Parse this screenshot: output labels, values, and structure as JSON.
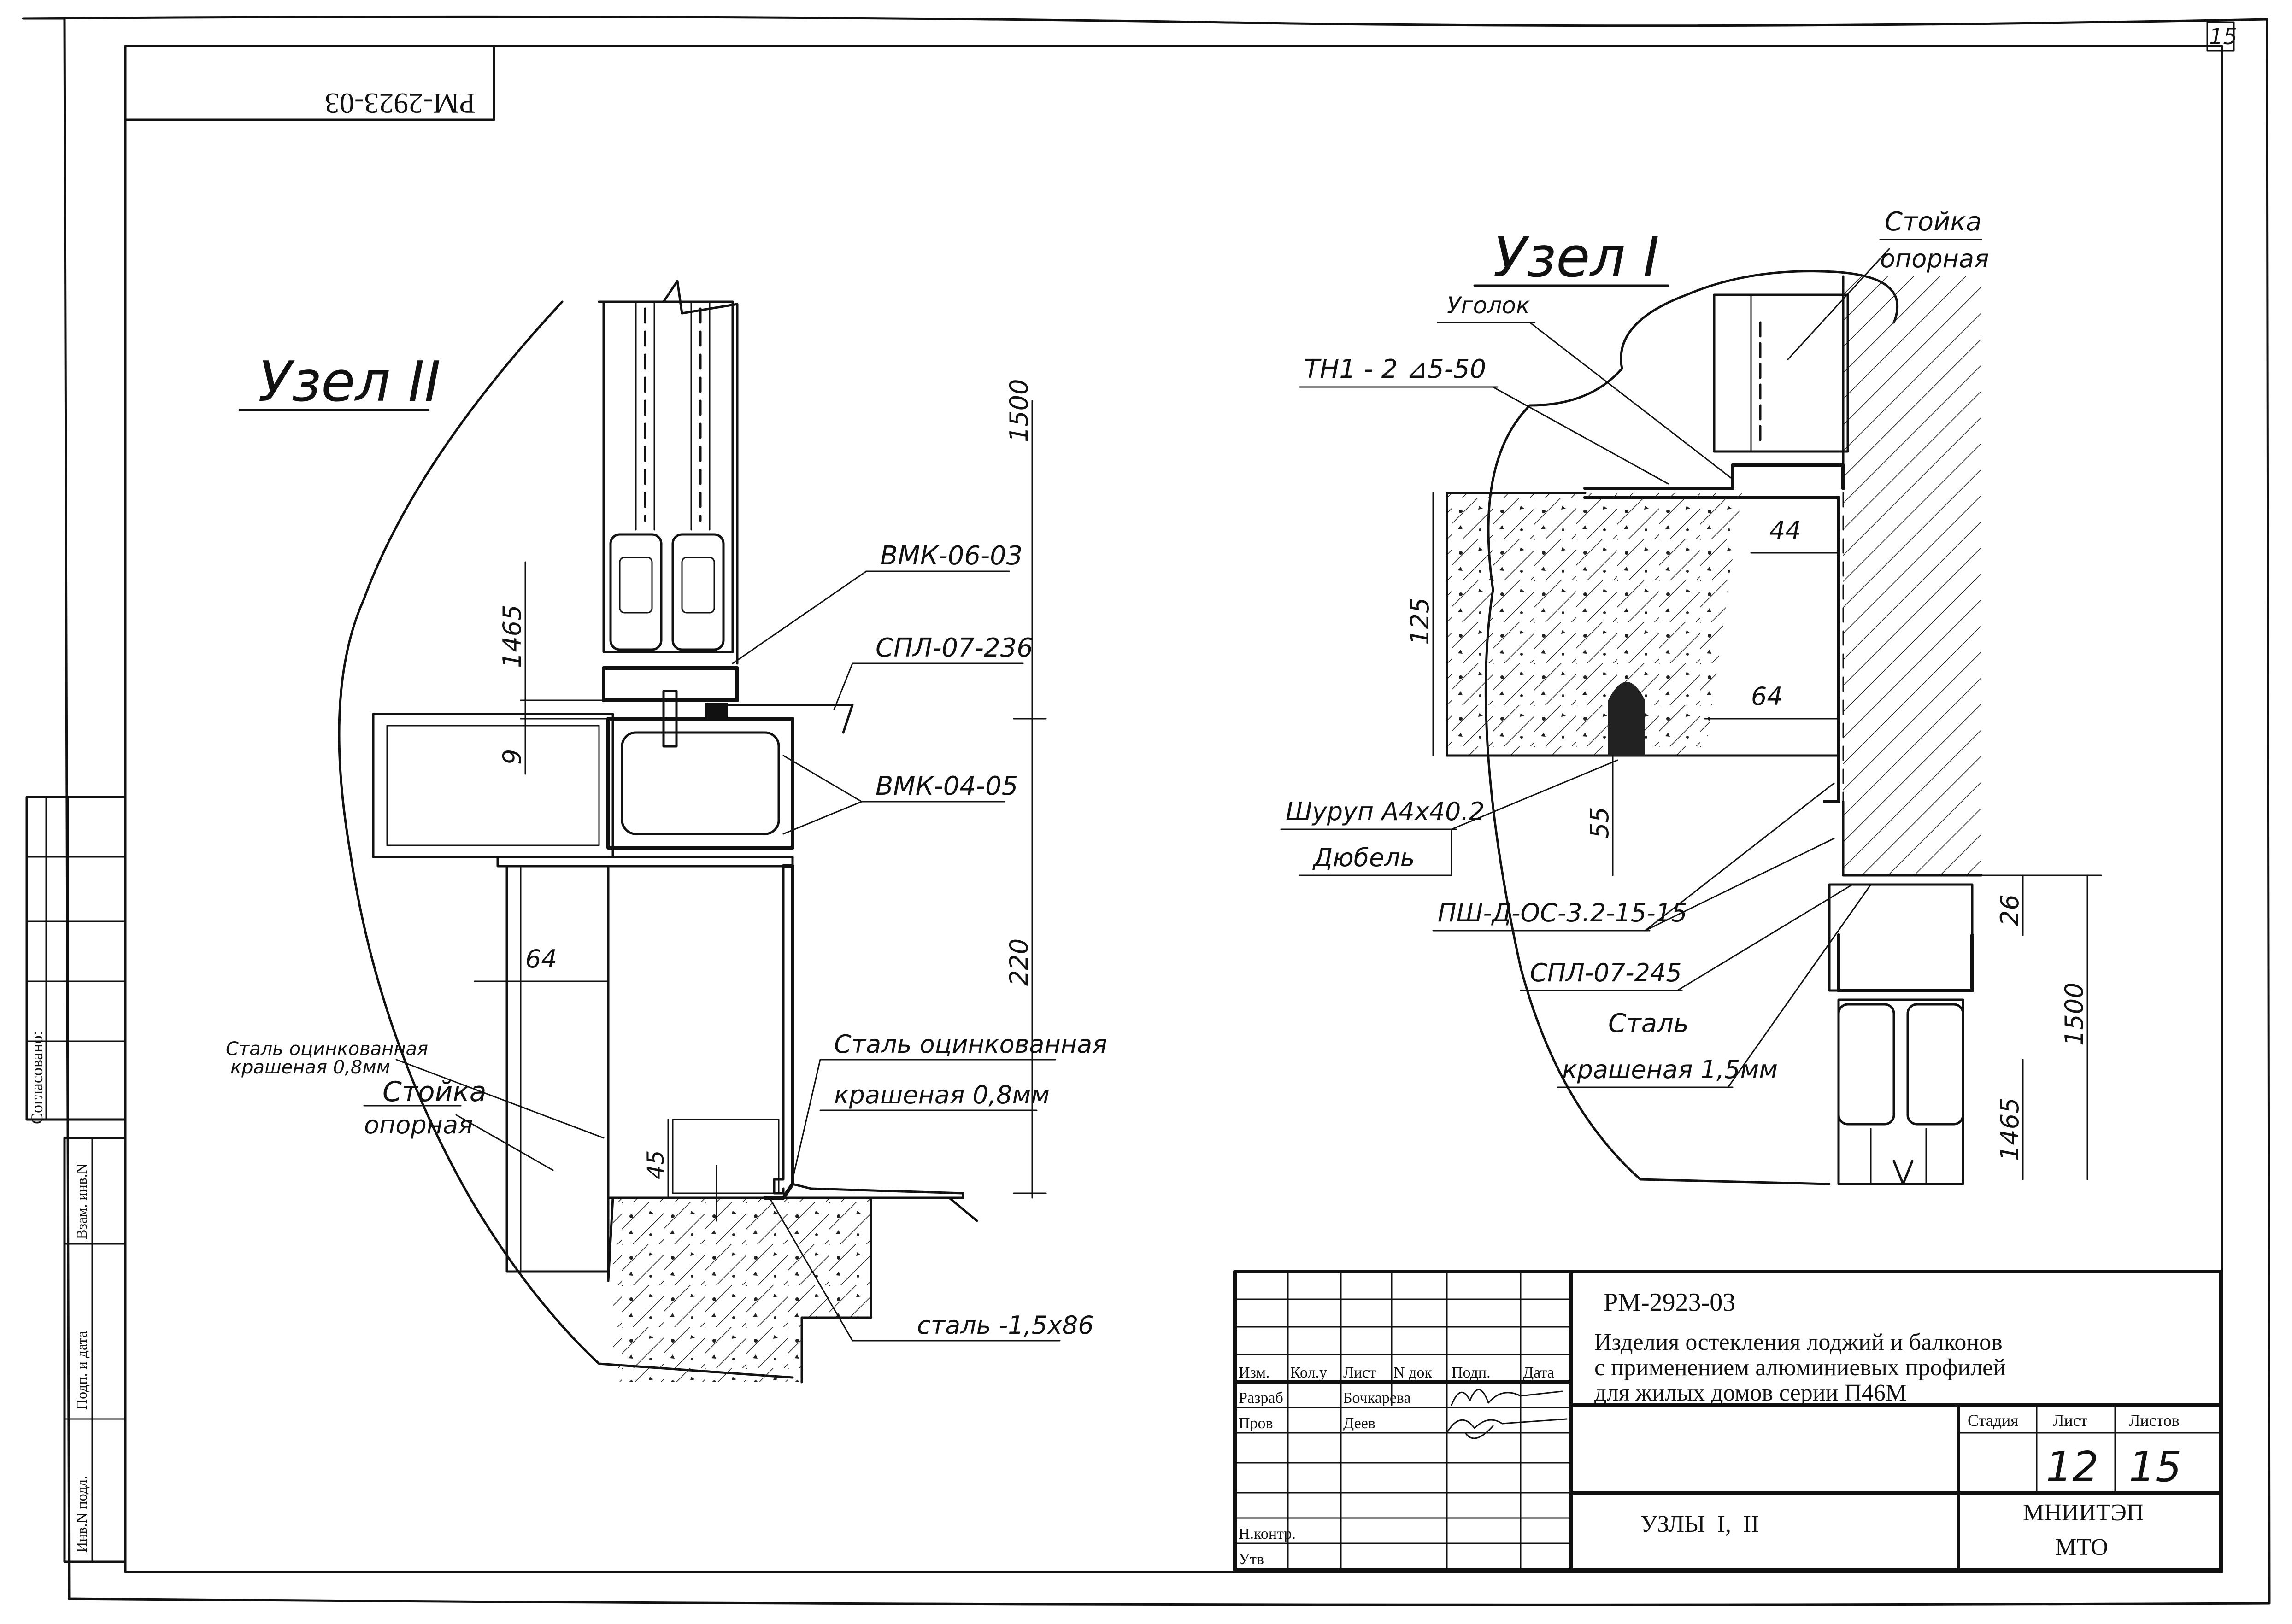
{
  "sheet": {
    "corner_number": "15",
    "mirrored_code": "РМ-2923-03",
    "approved_label": "Согласовано:",
    "side_stamp_labels": [
      "Взам. инв.N",
      "Подп. и дата",
      "Инв.N подл."
    ]
  },
  "node_ii": {
    "title": "Узел II",
    "labels": {
      "vmk_06_03": "ВМК-06-03",
      "spl_07_236": "СПЛ-07-236",
      "vmk_04_05": "ВМК-04-05",
      "steel_galv_right_1": "Сталь оцинкованная",
      "steel_galv_right_2": "крашеная 0,8мм",
      "steel_galv_left_1": "Сталь оцинкованная",
      "steel_galv_left_2": "крашеная 0,8мм",
      "post_1": "Стойка",
      "post_2": "опорная",
      "steel_strip": "сталь -1,5х86"
    },
    "dims": {
      "d1500": "1500",
      "d1465": "1465",
      "d9": "9",
      "d220": "220",
      "d64": "64",
      "d45": "45"
    }
  },
  "node_i": {
    "title": "Узел I",
    "labels": {
      "post_1": "Стойка",
      "post_2": "опорная",
      "angle": "Уголок",
      "weld": "ТН1 - 2 ⊿5-50",
      "screw": "Шуруп А4х40.2",
      "dowel": "Дюбель",
      "psh": "ПШ-Д-ОС-3.2-15-15",
      "spl_07_245": "СПЛ-07-245",
      "steel_1": "Сталь",
      "steel_2": "крашеная 1,5мм"
    },
    "dims": {
      "d44": "44",
      "d125": "125",
      "d64": "64",
      "d55": "55",
      "d26": "26",
      "d1500": "1500",
      "d1465": "1465"
    }
  },
  "title_block": {
    "code": "РМ-2923-03",
    "title_lines": [
      "Изделия остекления лоджий и балконов",
      "с применением алюминиевых профилей",
      "для жилых домов серии П46М"
    ],
    "columns": [
      "Изм.",
      "Кол.у",
      "Лист",
      "N док",
      "Подп.",
      "Дата"
    ],
    "rows": [
      {
        "role": "Разраб",
        "name": "Бочкарева"
      },
      {
        "role": "Пров",
        "name": "Деев"
      },
      {
        "role": "Н.контр.",
        "name": ""
      },
      {
        "role": "Утв",
        "name": ""
      }
    ],
    "stage_header": "Стадия",
    "sheet_header": "Лист",
    "sheets_header": "Листов",
    "sheet_value": "12",
    "sheets_value": "15",
    "drawing_name": "УЗЛЫ  I,  II",
    "org_1": "МНИИТЭП",
    "org_2": "МТО"
  }
}
